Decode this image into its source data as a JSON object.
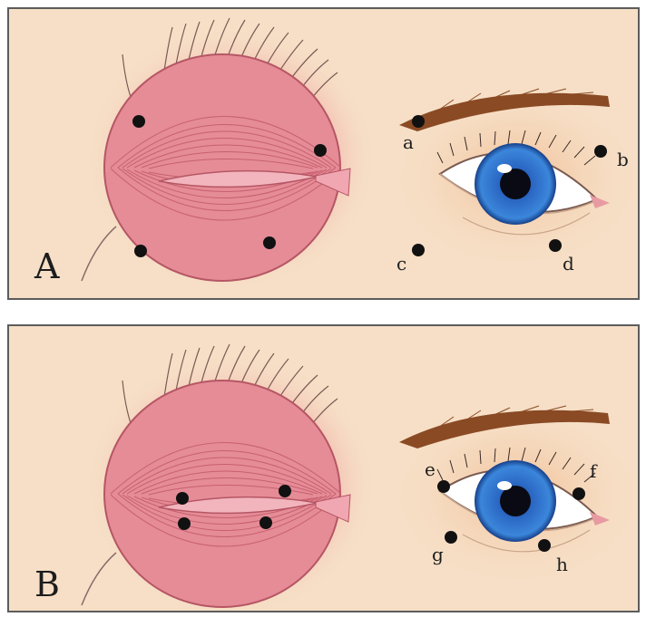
{
  "panels": [
    {
      "letter": "A",
      "points": [
        "a",
        "b",
        "c",
        "d"
      ]
    },
    {
      "letter": "B",
      "points": [
        "e",
        "f",
        "g",
        "h"
      ]
    }
  ],
  "colors": {
    "background": "#f6dfc6",
    "muscle": "#e38c98",
    "muscle_glow": "#ef6b7b",
    "iris": "#2a66c2",
    "brow": "#8a4a24",
    "marker": "#111111"
  }
}
